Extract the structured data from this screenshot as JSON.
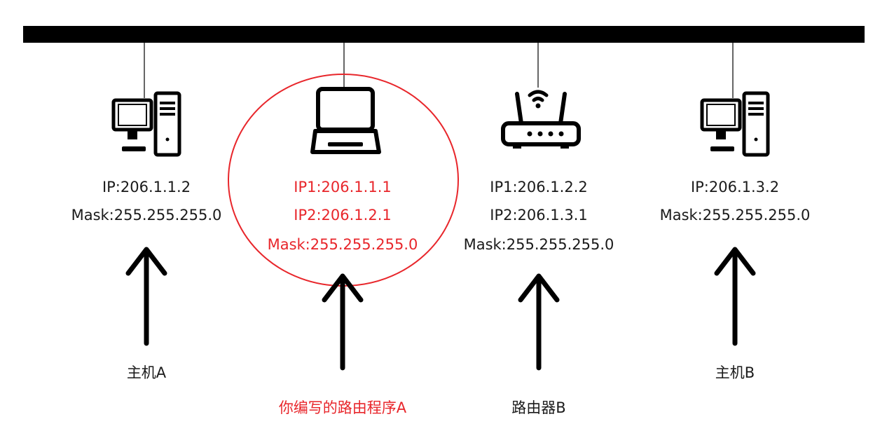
{
  "nodes": [
    {
      "id": "host-a",
      "icon": "desktop-computer-icon",
      "lines": [
        "IP:206.1.1.2",
        "Mask:255.255.255.0"
      ],
      "caption": "主机A",
      "highlight": false
    },
    {
      "id": "router-program-a",
      "icon": "laptop-icon",
      "lines": [
        "IP1:206.1.1.1",
        "IP2:206.1.2.1",
        "Mask:255.255.255.0"
      ],
      "caption": "你编写的路由程序A",
      "highlight": true
    },
    {
      "id": "router-b",
      "icon": "wifi-router-icon",
      "lines": [
        "IP1:206.1.2.2",
        "IP2:206.1.3.1",
        "Mask:255.255.255.0"
      ],
      "caption": "路由器B",
      "highlight": false
    },
    {
      "id": "host-b",
      "icon": "desktop-computer-icon",
      "lines": [
        "IP:206.1.3.2",
        "Mask:255.255.255.0"
      ],
      "caption": "主机B",
      "highlight": false
    }
  ],
  "colors": {
    "highlight": "#e8262b",
    "line": "#000000",
    "text": "#1a1a1a"
  }
}
